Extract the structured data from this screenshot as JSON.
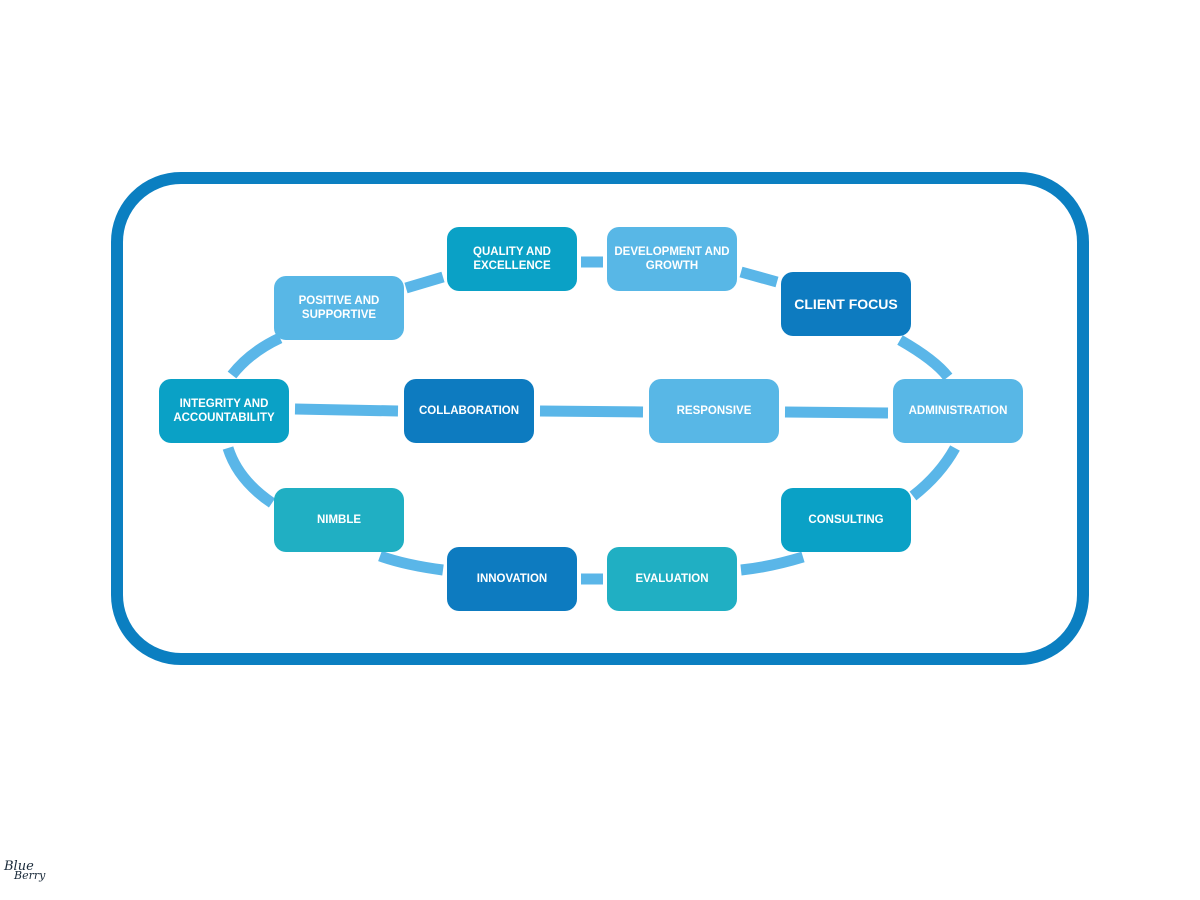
{
  "diagram": {
    "nodes": {
      "quality": "QUALITY AND EXCELLENCE",
      "development": "DEVELOPMENT AND GROWTH",
      "client": "CLIENT FOCUS",
      "positive": "POSITIVE AND SUPPORTIVE",
      "integrity": "INTEGRITY AND ACCOUNTABILITY",
      "collaboration": "COLLABORATION",
      "responsive": "RESPONSIVE",
      "administration": "ADMINISTRATION",
      "nimble": "NIMBLE",
      "consulting": "CONSULTING",
      "innovation": "INNOVATION",
      "evaluation": "EVALUATION"
    },
    "colors": {
      "frame": "#0b7fc1",
      "connector": "#5ab6e8",
      "dark_blue": "#0d7bc0",
      "teal": "#0aa1c6",
      "light_blue": "#58b7e6",
      "aqua": "#20afc3"
    }
  },
  "brand": {
    "logo_text": "Blue Berry"
  }
}
